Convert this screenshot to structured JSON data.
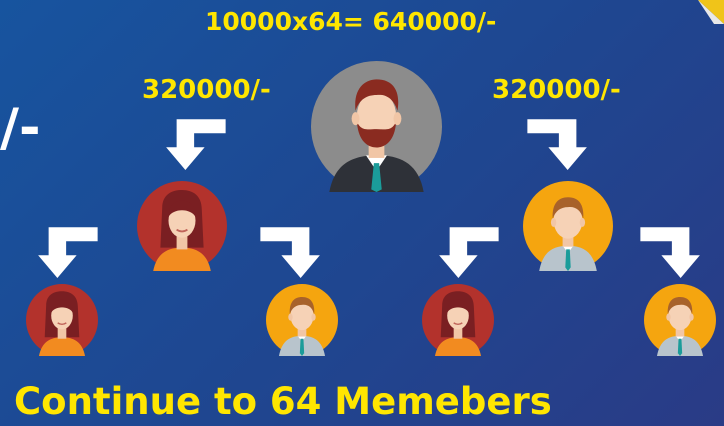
{
  "header": {
    "total": "10000x64= 640000/-"
  },
  "branches": {
    "left_amount": "320000/-",
    "right_amount": "320000/-"
  },
  "footer": {
    "text": "Continue to 64 Memebers"
  },
  "partial_left_text": "/-",
  "colors": {
    "background": "#1f4690",
    "highlight_text": "#ffe600",
    "arrow": "#ffffff",
    "male_circle": "#f5a50f",
    "female_circle": "#b3322c",
    "root_circle": "#8c8c8c"
  },
  "icons": [
    "man-bearded-avatar-icon",
    "woman-avatar-icon",
    "man-avatar-icon",
    "arrow-down-left-icon",
    "arrow-down-right-icon"
  ]
}
